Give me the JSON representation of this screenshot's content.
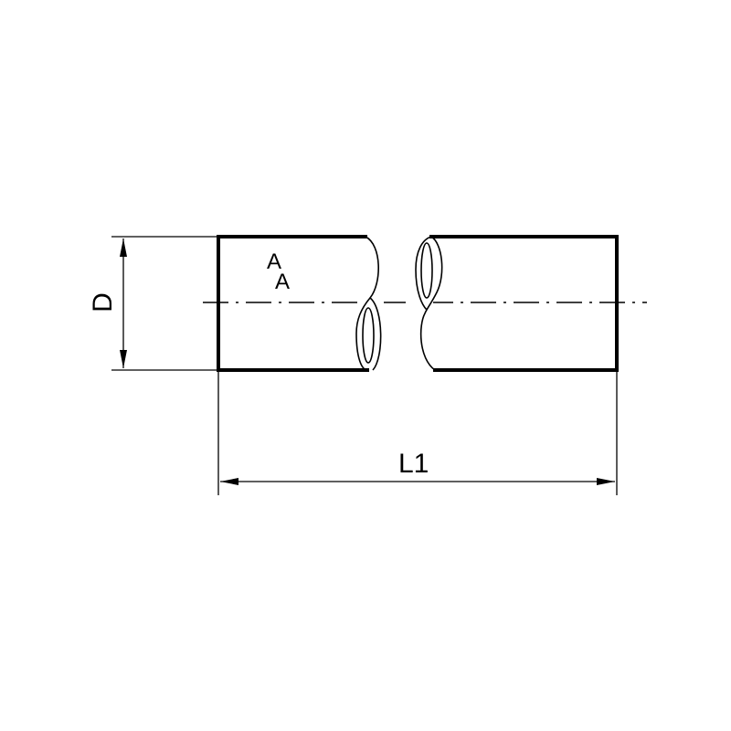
{
  "drawing": {
    "type": "technical-drawing",
    "subject": "pipe-segment-with-break",
    "colors": {
      "line": "#000000",
      "background": "#ffffff"
    },
    "dimensions": {
      "diameter_label": "D",
      "length_label": "L1"
    },
    "annotations": {
      "marker_top": "A",
      "marker_bottom": "A"
    }
  }
}
